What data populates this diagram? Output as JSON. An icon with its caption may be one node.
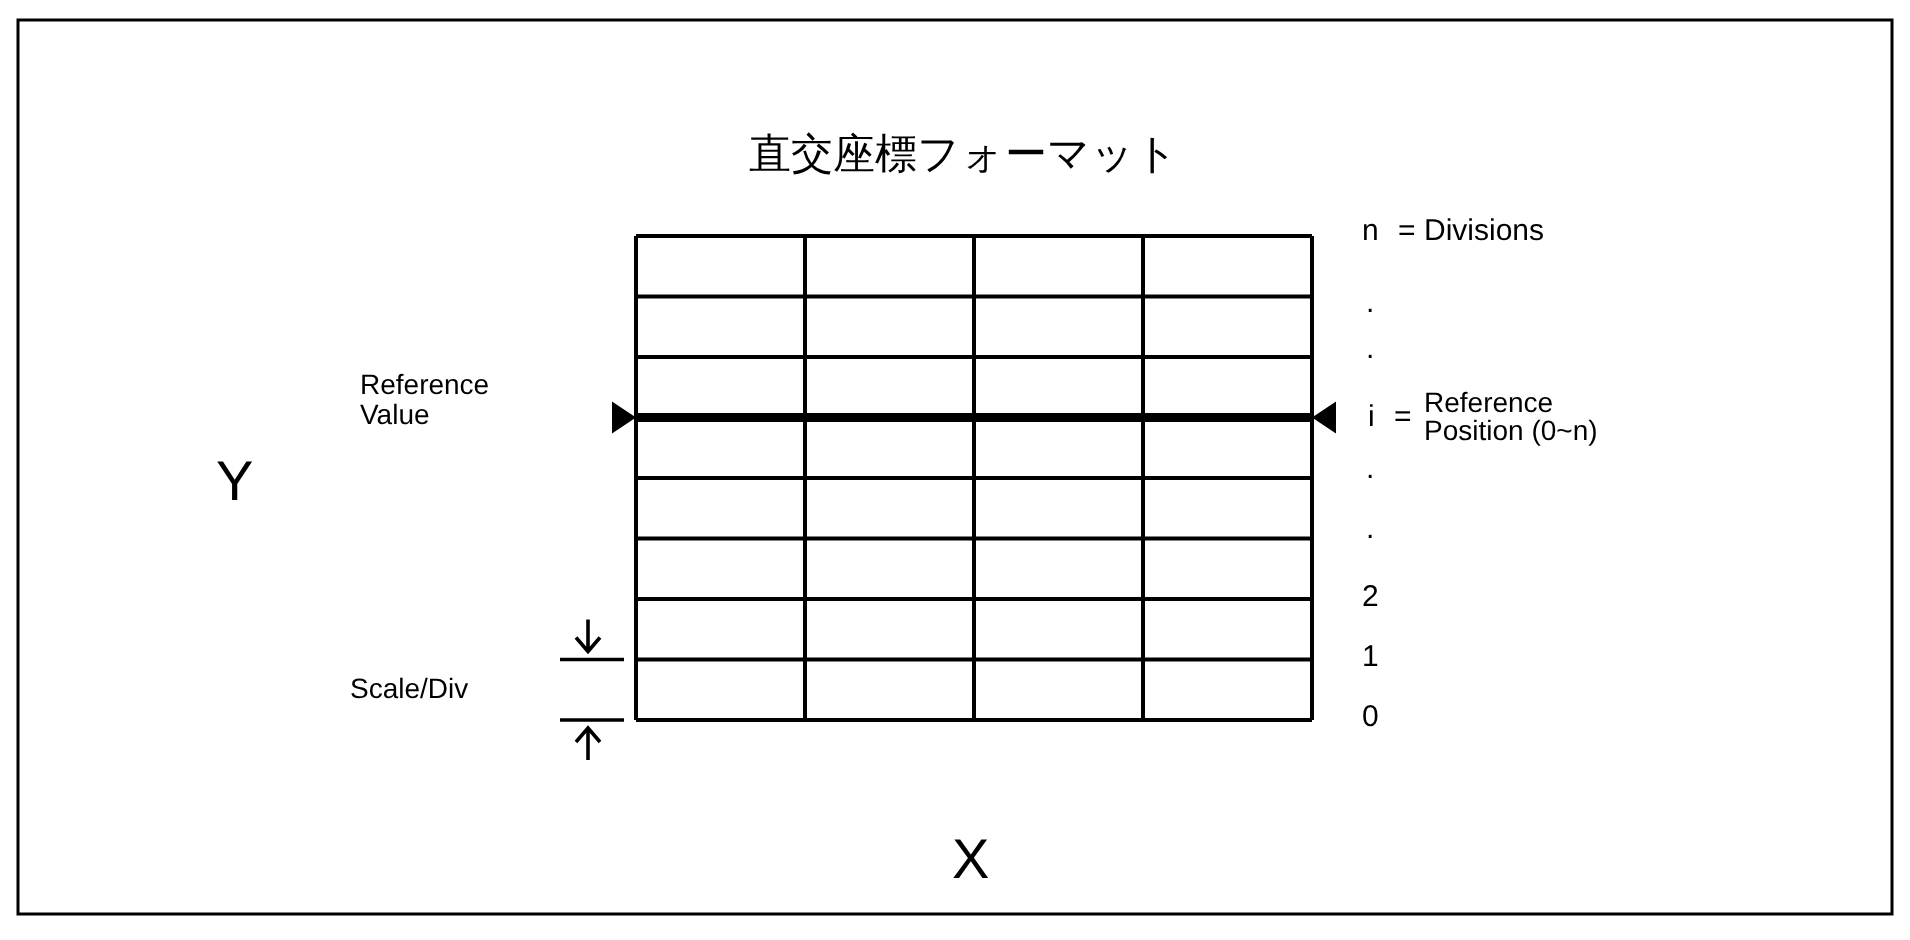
{
  "diagram": {
    "title": "直交座標フォーマット",
    "labels": [
      "Reference Value",
      "Y",
      "Scale/Div",
      "n",
      "=",
      "Divisions",
      ".",
      ".",
      "i",
      "=",
      "Reference Position (0~n)",
      ".",
      ".",
      "2",
      "1",
      "0",
      "X"
    ]
  }
}
